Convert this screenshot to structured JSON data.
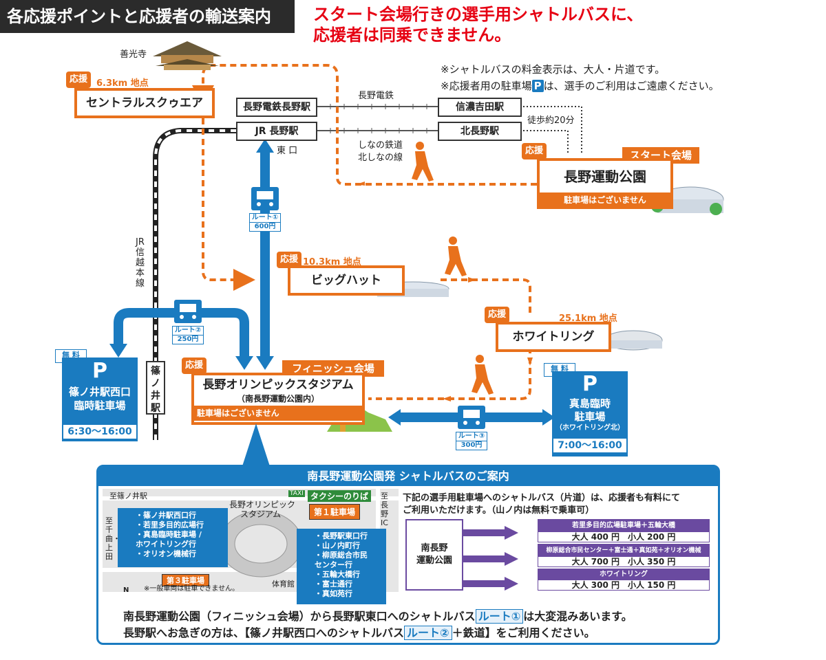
{
  "header": {
    "title": "各応援ポイントと応援者の輸送案内",
    "warning_line1": "スタート会場行きの選手用シャトルバスに、",
    "warning_line2": "応援者は同乗できません。",
    "note1": "※シャトルバスの料金表示は、大人・片道です。",
    "note2_prefix": "※応援者用の駐車場",
    "note2_badge": "P",
    "note2_suffix": "は、選手のご利用はご遠慮ください。"
  },
  "landmarks": {
    "zenkoji": "善光寺"
  },
  "stations": {
    "nagano_dentetsu": "長野電鉄長野駅",
    "jr_nagano": "JR 長野駅",
    "shinano_yoshida": "信濃吉田駅",
    "kita_nagano": "北長野駅",
    "line_dentetsu": "長野電鉄",
    "line_shinano_1": "しなの鉄道",
    "line_shinano_2": "北しなの線",
    "walk": "徒歩約20分",
    "east_exit": "東 口",
    "jr_shinetsu": "JR信越本線",
    "shinonoi": "篠ノ井駅"
  },
  "spots": {
    "ouen": "応援",
    "central": {
      "km": "6.3km 地点",
      "name": "セントラルスクゥエア"
    },
    "bighat": {
      "km": "10.3km 地点",
      "name": "ビッグハット"
    },
    "whitering": {
      "km": "25.1km 地点",
      "name": "ホワイトリング"
    },
    "start": {
      "tag": "スタート会場",
      "name": "長野運動公園",
      "parking": "駐車場はございません"
    },
    "finish": {
      "tag": "フィニッシュ会場",
      "name": "長野オリンピックスタジアム",
      "sub": "（南長野運動公園内）",
      "parking": "駐車場はございません"
    }
  },
  "routes": {
    "r1": {
      "label": "ルート①",
      "fare": "600円"
    },
    "r2": {
      "label": "ルート②",
      "fare": "250円"
    },
    "r3": {
      "label": "ルート③",
      "fare": "300円"
    }
  },
  "parking": {
    "free": "無 料",
    "p": "P",
    "shinonoi": {
      "name1": "篠ノ井駅西口",
      "name2": "臨時駐車場",
      "hours": "6:30〜16:00"
    },
    "mashima": {
      "name1": "真島臨時",
      "name2": "駐車場",
      "sub": "（ホワイトリング北）",
      "hours": "7:00〜16:00"
    }
  },
  "panel": {
    "title": "南長野運動公園発 シャトルバスのご案内",
    "map_labels": {
      "to_shinonoi": "至篠ノ井駅",
      "to_chikuma": "至千曲・上田",
      "to_nagano_ic": "至長野IC",
      "stadium1": "長野オリンピック",
      "stadium2": "スタジアム",
      "taxi": "タクシーのりば",
      "taxi_icon": "TAXI",
      "lot1": "第１駐車場",
      "lot3": "第３駐車場",
      "gym": "体育館",
      "north": "N",
      "no_cars": "※一般車両は駐車できません。"
    },
    "left_list": [
      "・篠ノ井駅西口行",
      "・若里多目的広場行",
      "・真島臨時駐車場 /",
      "  ホワイトリング行",
      "・オリオン機械行"
    ],
    "right_list": [
      "・長野駅東口行",
      "・山ノ内町行",
      "・柳原総合市民",
      "  センター行",
      "・五輪大橋行",
      "・富士通行",
      "・真如苑行"
    ],
    "desc1": "下記の選手用駐車場へのシャトルバス（片道）は、応援者も有料にて",
    "desc2": "ご利用いただけます。（山ノ内は無料で乗車可）",
    "origin1": "南長野",
    "origin2": "運動公園",
    "fares": [
      {
        "dest": "若里多目的広場駐車場＋五輪大橋",
        "price": "大人 400 円　小人 200 円"
      },
      {
        "dest": "柳原総合市民センター＋富士通＋真如苑＋オリオン機械",
        "price": "大人 700 円　小人 350 円"
      },
      {
        "dest": "ホワイトリング",
        "price": "大人 300 円　小人 150 円"
      }
    ],
    "bottom1_a": "南長野運動公園（フィニッシュ会場）から長野駅東口へのシャトルバス",
    "bottom1_hl": "ルート①",
    "bottom1_b": "は大変混みあいます。",
    "bottom2_a": "長野駅へお急ぎの方は、【篠ノ井駅西口へのシャトルバス",
    "bottom2_hl": "ルート②",
    "bottom2_b": "＋鉄道】をご利用ください。"
  },
  "colors": {
    "orange": "#e8711c",
    "blue": "#1a7bc0",
    "red": "#e60012",
    "purple": "#6a4aa0"
  }
}
